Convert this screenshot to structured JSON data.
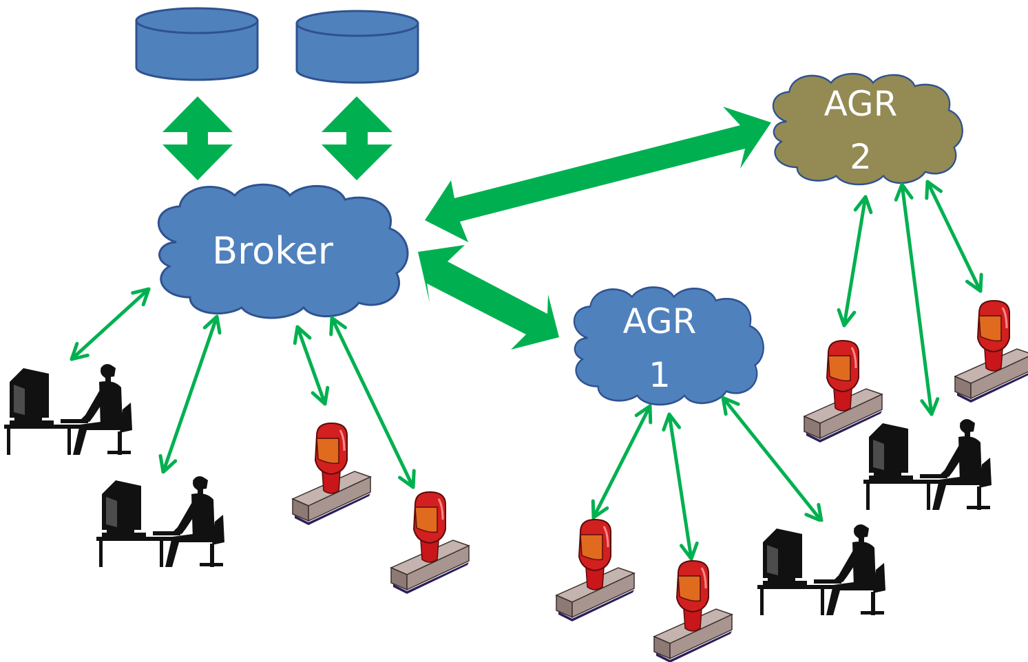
{
  "diagram": {
    "nodes": {
      "broker": {
        "label": "Broker",
        "color": "#4f81bd"
      },
      "agr1": {
        "line1": "AGR",
        "line2": "1",
        "color": "#4f81bd"
      },
      "agr2": {
        "line1": "AGR",
        "line2": "2",
        "color": "#948a54"
      }
    },
    "databases": [
      {
        "name": "database-1",
        "color": "#4f81bd"
      },
      {
        "name": "database-2",
        "color": "#4f81bd"
      }
    ],
    "colors": {
      "arrow": "#00b050",
      "cloud_stroke": "#2f528f",
      "db_stroke": "#2f528f",
      "stamp_handle": "#d21f1f",
      "stamp_band": "#e06a1e",
      "stamp_base": "#a89590",
      "silhouette": "#111111"
    },
    "icons": [
      "database-icon",
      "cloud-icon",
      "workstation-user-icon",
      "rubber-stamp-icon",
      "bidirectional-arrow-icon"
    ]
  }
}
